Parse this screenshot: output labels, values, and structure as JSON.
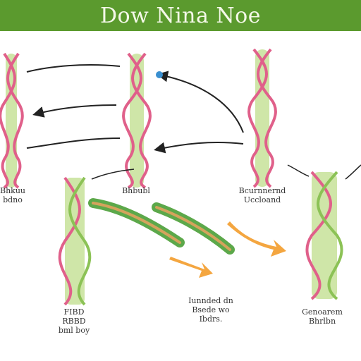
{
  "header": {
    "title": "Dow Nina Noe",
    "bg_color": "#5b9a2e"
  },
  "colors": {
    "strand": "#e0608a",
    "core": "#8cc256",
    "core_light": "#cfe6a8",
    "backbone_blue": "#7fb2d6",
    "arrow_orange": "#f4a640",
    "arrow_line": "#222222",
    "accent_blue": "#3a8fd0"
  },
  "labels": {
    "helix_left": "Bhkuu\nbdno",
    "helix_center": "Bhbubl",
    "helix_right": "Bcurnnernd\nUccloand",
    "bottom_left": "FIBD\nRBBD\nbml boy",
    "bottom_middle": "Iunnded dn\nBsede wo\nIbdrs.",
    "bottom_right": "Genoarem\nBhrlbn"
  }
}
